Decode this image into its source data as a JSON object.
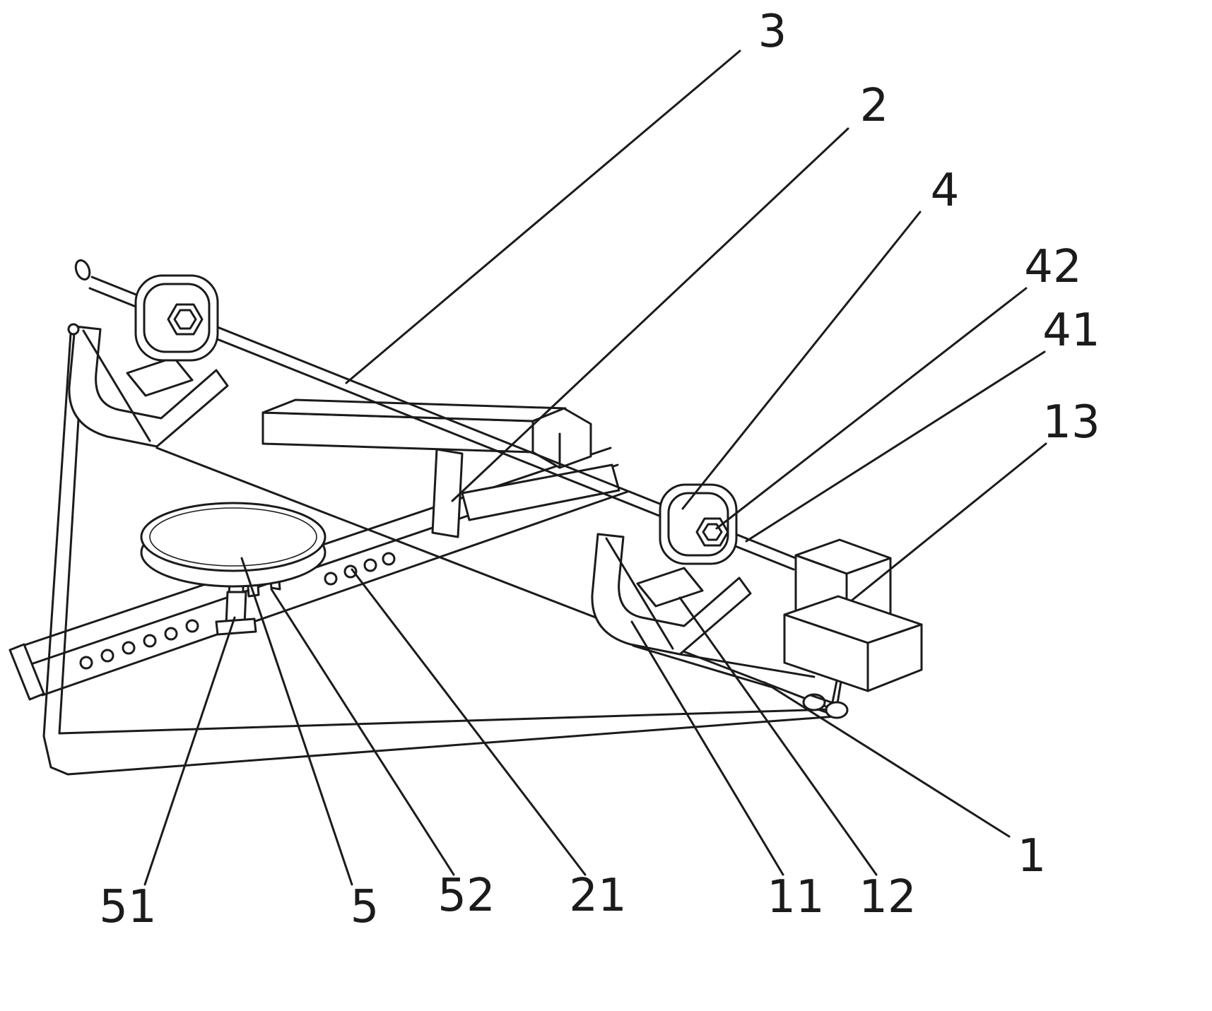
{
  "figure": {
    "background": "#ffffff",
    "line_color": "#1b1b1b",
    "label_font_size": 64,
    "type": "patent-line-drawing"
  },
  "callouts": [
    {
      "label": "3",
      "text": [
        1093,
        45
      ],
      "line": [
        [
          1047,
          72
        ],
        [
          490,
          542
        ]
      ]
    },
    {
      "label": "2",
      "text": [
        1237,
        150
      ],
      "line": [
        [
          1200,
          182
        ],
        [
          640,
          709
        ]
      ]
    },
    {
      "label": "4",
      "text": [
        1337,
        270
      ],
      "line": [
        [
          1302,
          300
        ],
        [
          966,
          720
        ]
      ]
    },
    {
      "label": "42",
      "text": [
        1490,
        378
      ],
      "line": [
        [
          1452,
          408
        ],
        [
          1014,
          748
        ]
      ]
    },
    {
      "label": "41",
      "text": [
        1516,
        468
      ],
      "line": [
        [
          1478,
          498
        ],
        [
          1056,
          766
        ]
      ]
    },
    {
      "label": "13",
      "text": [
        1516,
        598
      ],
      "line": [
        [
          1480,
          628
        ],
        [
          1205,
          850
        ]
      ]
    },
    {
      "label": "1",
      "text": [
        1460,
        1212
      ],
      "line": [
        [
          1428,
          1184
        ],
        [
          1082,
          966
        ]
      ]
    },
    {
      "label": "12",
      "text": [
        1256,
        1270
      ],
      "line": [
        [
          1240,
          1238
        ],
        [
          962,
          846
        ]
      ]
    },
    {
      "label": "11",
      "text": [
        1126,
        1270
      ],
      "line": [
        [
          1108,
          1238
        ],
        [
          894,
          880
        ]
      ]
    },
    {
      "label": "21",
      "text": [
        846,
        1268
      ],
      "line": [
        [
          828,
          1238
        ],
        [
          498,
          806
        ]
      ]
    },
    {
      "label": "52",
      "text": [
        660,
        1268
      ],
      "line": [
        [
          642,
          1238
        ],
        [
          384,
          834
        ]
      ]
    },
    {
      "label": "5",
      "text": [
        516,
        1284
      ],
      "line": [
        [
          498,
          1252
        ],
        [
          342,
          790
        ]
      ]
    },
    {
      "label": "51",
      "text": [
        181,
        1284
      ],
      "line": [
        [
          205,
          1252
        ],
        [
          332,
          874
        ]
      ]
    }
  ]
}
